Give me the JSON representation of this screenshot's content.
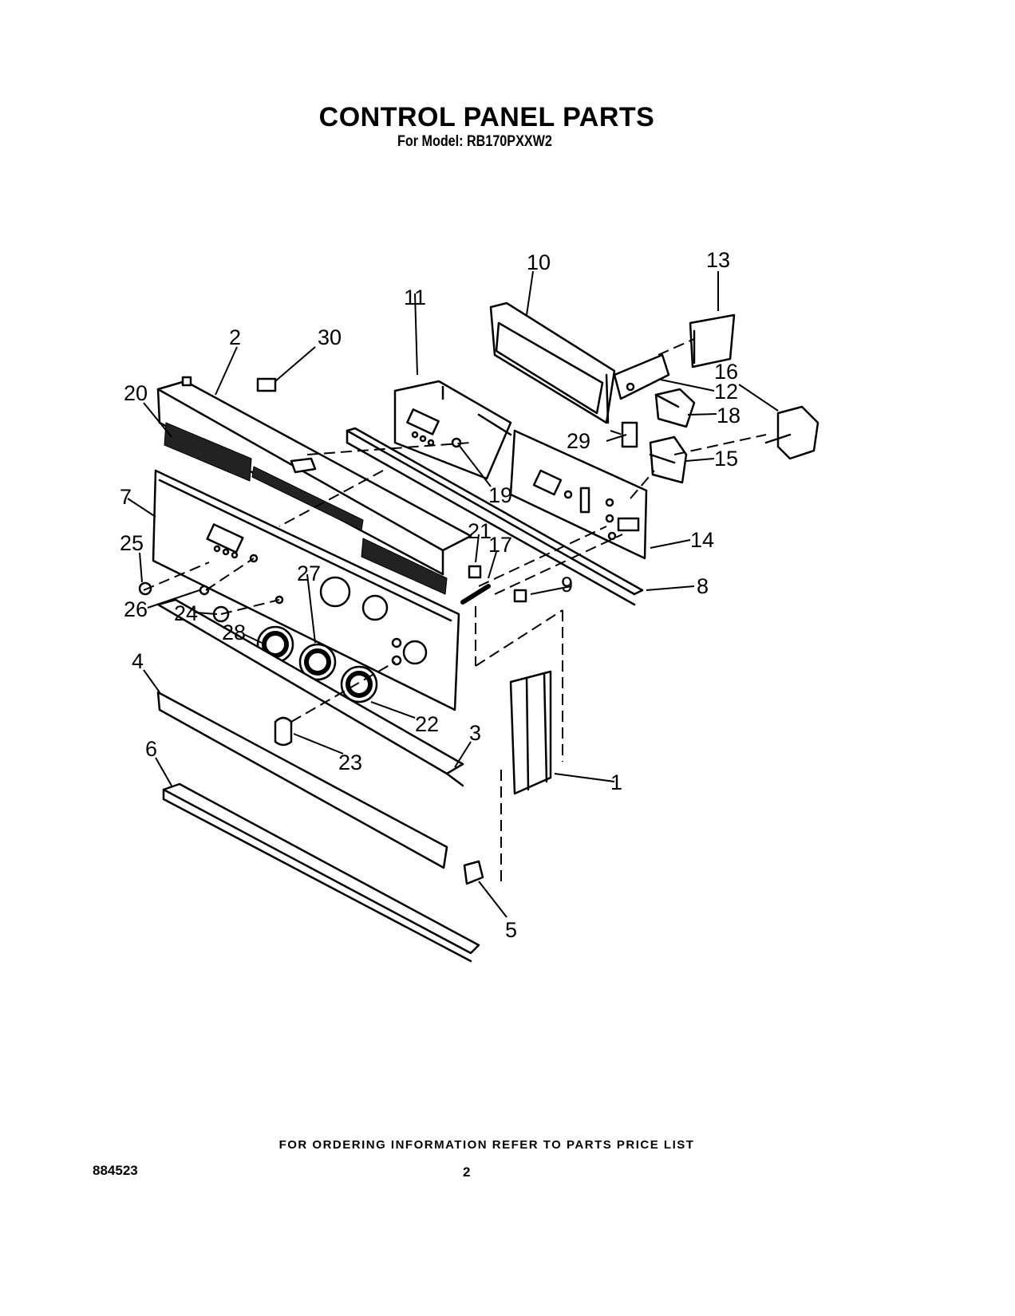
{
  "header": {
    "title": "CONTROL PANEL PARTS",
    "model_line": "For Model: RB170PXXW2"
  },
  "footer": {
    "ordering_note": "FOR ORDERING INFORMATION REFER TO PARTS PRICE LIST",
    "doc_number": "884523",
    "page_number": "2"
  },
  "callouts": [
    "1",
    "2",
    "3",
    "4",
    "5",
    "6",
    "7",
    "8",
    "9",
    "10",
    "11",
    "12",
    "13",
    "14",
    "15",
    "16",
    "17",
    "18",
    "19",
    "20",
    "21",
    "22",
    "23",
    "24",
    "25",
    "26",
    "27",
    "28",
    "29",
    "30"
  ]
}
